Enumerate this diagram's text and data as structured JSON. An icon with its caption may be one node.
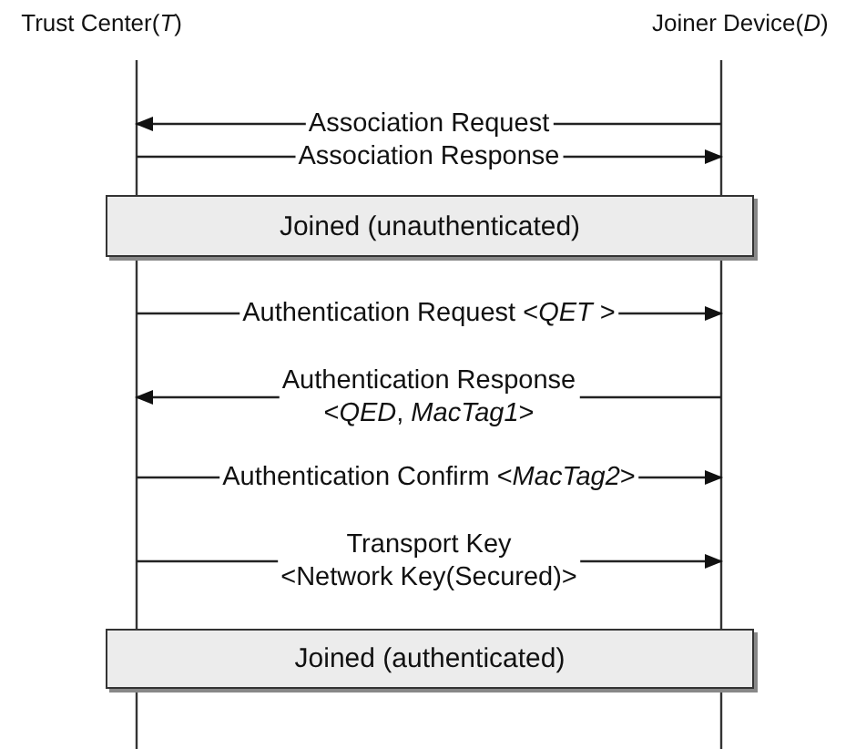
{
  "diagram": {
    "nodes": [
      {
        "text": [
          "Trust Center(*T*)"
        ]
      },
      {
        "text": [
          "Joiner Device(*D*)"
        ]
      },
      {
        "text": [
          "Joined (unauthenticated)"
        ]
      },
      {
        "text": [
          "Joined (authenticated)"
        ]
      }
    ],
    "edges": [
      {
        "from": 1,
        "to": 0,
        "arrow": "to",
        "label": "Association Request"
      },
      {
        "from": 0,
        "to": 1,
        "arrow": "to",
        "label": "Association Response"
      },
      {
        "from": 0,
        "to": 1,
        "arrow": "to",
        "label": "Authentication Request <*QET* >"
      },
      {
        "from": 1,
        "to": 0,
        "arrow": "to",
        "label": "Authentication Response <*QED*, *MacTag1*>"
      },
      {
        "from": 0,
        "to": 1,
        "arrow": "to",
        "label": "Authentication Confirm <*MacTag2*>"
      },
      {
        "from": 0,
        "to": 1,
        "arrow": "to",
        "label": "Transport Key <Network Key(Secured)>"
      }
    ]
  }
}
